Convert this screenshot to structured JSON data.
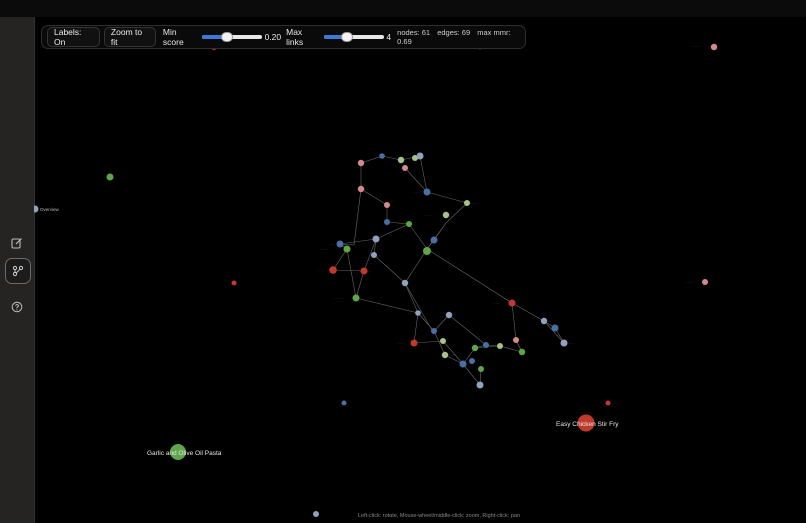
{
  "toolbar": {
    "labels_button": "Labels: On",
    "zoom_button": "Zoom to fit",
    "min_score_label": "Min score",
    "min_score_value": "0.20",
    "min_score_fraction": 0.4,
    "max_links_label": "Max links",
    "max_links_value": "4",
    "max_links_fraction": 0.37,
    "stats": {
      "nodes": "nodes: 61",
      "edges": "edges: 69",
      "max_mmr": "max mmr: 0.69"
    }
  },
  "sidebar": {
    "icons": [
      "edit-icon",
      "graph-icon",
      "help-icon"
    ],
    "active": "graph-icon"
  },
  "hint": "Left-click: rotate, Mouse-wheel/middle-click: zoom, Right-click: pan",
  "colors": {
    "red": "#c0392b",
    "green": "#5fa64a",
    "lightgreen": "#a6c48a",
    "blue": "#4a6fa5",
    "lightblue": "#8fa3bf",
    "pink": "#d48a8a"
  },
  "labels": {
    "overview": "Overview",
    "pasta": "Garlic and Olive Oil Pasta",
    "stirfry": "Easy Chicken Stir Fry"
  }
}
